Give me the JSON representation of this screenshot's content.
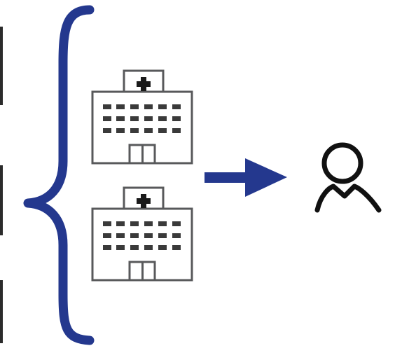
{
  "diagram": {
    "description_nodes": [
      {
        "id": "hospital-top",
        "icon": "hospital-icon"
      },
      {
        "id": "hospital-bottom",
        "icon": "hospital-icon"
      },
      {
        "id": "patient",
        "icon": "person-icon"
      }
    ],
    "connectors": [
      {
        "from": "hospitals",
        "to": "patient",
        "icon": "arrow-right-icon"
      }
    ],
    "grouping": {
      "icon": "curly-brace-icon"
    },
    "colors": {
      "brace": "#24388e",
      "arrow": "#24388e",
      "building_outline": "#58595b",
      "windows": "#3a3a3a",
      "person": "#111111"
    }
  }
}
